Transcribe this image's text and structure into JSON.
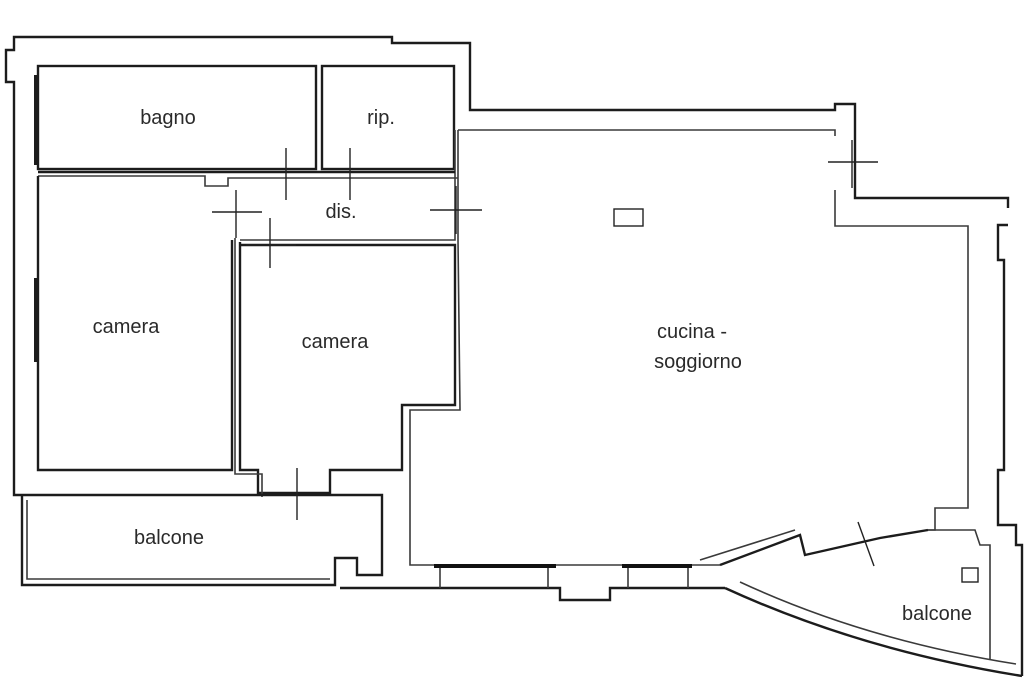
{
  "rooms": [
    {
      "id": "bagno",
      "label": "bagno"
    },
    {
      "id": "rip",
      "label": "rip."
    },
    {
      "id": "dis",
      "label": "dis."
    },
    {
      "id": "camera-1",
      "label": "camera"
    },
    {
      "id": "camera-2",
      "label": "camera"
    },
    {
      "id": "cucina",
      "label_line1": "cucina -",
      "label_line2": "soggiorno"
    },
    {
      "id": "balcone-1",
      "label": "balcone"
    },
    {
      "id": "balcone-2",
      "label": "balcone"
    }
  ]
}
